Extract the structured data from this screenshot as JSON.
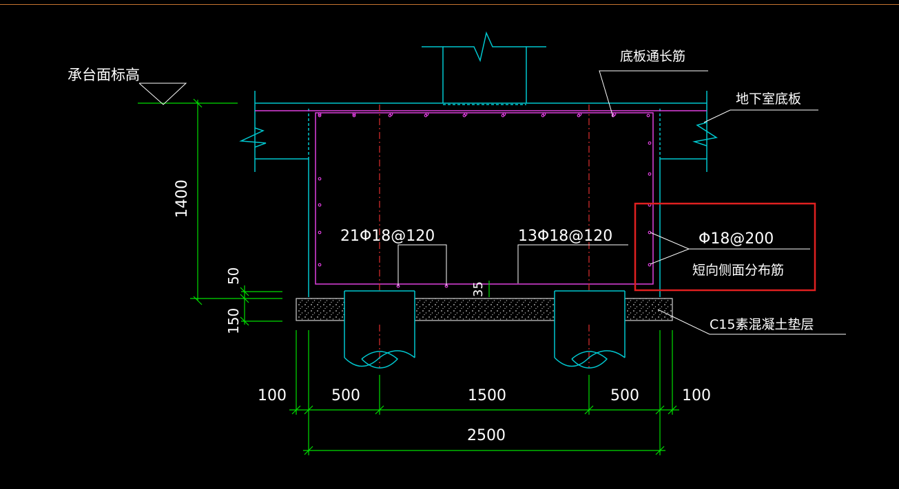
{
  "labels": {
    "elevation": "承台面标高",
    "top_long_bar": "底板通长筋",
    "basement_slab": "地下室底板",
    "bar_left": "21Φ18@120",
    "bar_right": "13Φ18@120",
    "side_bar_spec": "Φ18@200",
    "side_bar_name": "短向侧面分布筋",
    "cushion": "C15素混凝土垫层"
  },
  "dimensions": {
    "height": "1400",
    "cover": "50",
    "cushion_thickness": "150",
    "small_gap": "35",
    "left_overhang": "100",
    "left_edge": "500",
    "pile_spacing": "1500",
    "right_edge": "500",
    "right_overhang": "100",
    "total_width": "2500"
  },
  "colors": {
    "background": "#000000",
    "outline": "#00c8d0",
    "rebar": "#e040e0",
    "dimension": "#00e000",
    "centerline": "#e03030",
    "leader": "#ffffff",
    "highlight": "#e02020"
  }
}
